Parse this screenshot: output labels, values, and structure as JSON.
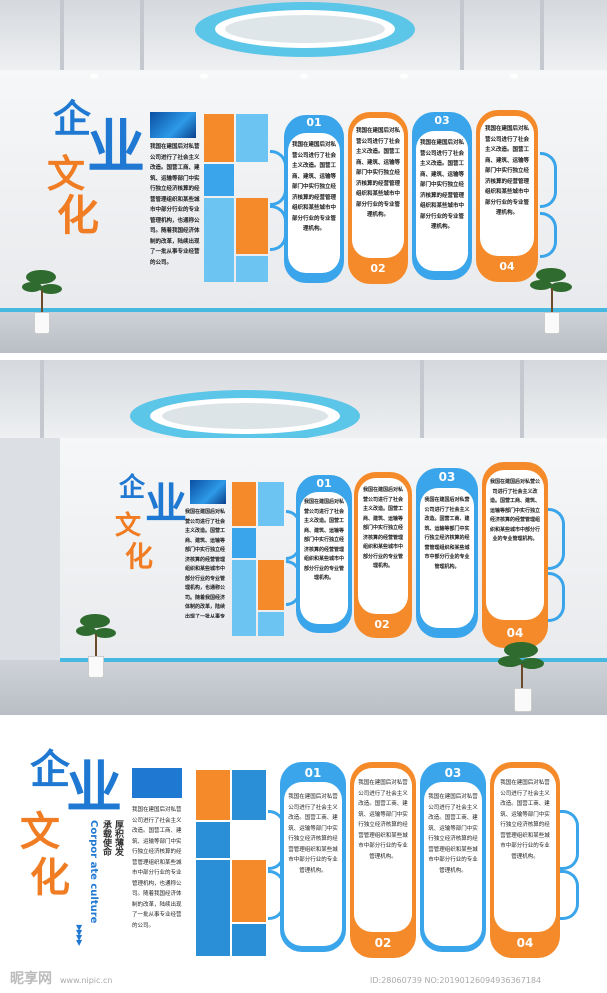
{
  "logo": {
    "char1": "企",
    "char2": "业",
    "char3": "文",
    "char4": "化"
  },
  "english": "Corpor ate culture",
  "slogan": {
    "line1": "承载使命",
    "line2": "厚积薄发"
  },
  "intro_text": "我国在建国后对私营公司进行了社会主义改造。国营工商、建筑、运输等部门中实行独立经济核算的经营管理组织和某些城市中部分行业的专业管理机构，也通称公司。随着我国经济体制的改革，陆续出现了一批从事专业经营的公司。",
  "panels": [
    {
      "num": "01",
      "text": "我国在建国后对私营公司进行了社会主义改造。国营工商、建筑、运输等部门中实行独立经济核算的经营管理组织和某些城市中部分行业的专业管理机构。"
    },
    {
      "num": "02",
      "text": "我国在建国后对私营公司进行了社会主义改造。国营工商、建筑、运输等部门中实行独立经济核算的经营管理组织和某些城市中部分行业的专业管理机构。"
    },
    {
      "num": "03",
      "text": "我国在建国后对私营公司进行了社会主义改造。国营工商、建筑、运输等部门中实行独立经济核算的经营管理组织和某些城市中部分行业的专业管理机构。"
    },
    {
      "num": "04",
      "text": "我国在建国后对私营公司进行了社会主义改造。国营工商、建筑、运输等部门中实行独立经济核算的经营管理组织和某些城市中部分行业的专业管理机构。"
    }
  ],
  "watermark": {
    "brand": "昵享网",
    "url": "www.nipic.cn",
    "id": "ID:28060739 NO:20190126094936367184"
  },
  "colors": {
    "blue": "#3aa5ea",
    "orange": "#f58a2a",
    "dark_blue": "#1f78d1"
  }
}
